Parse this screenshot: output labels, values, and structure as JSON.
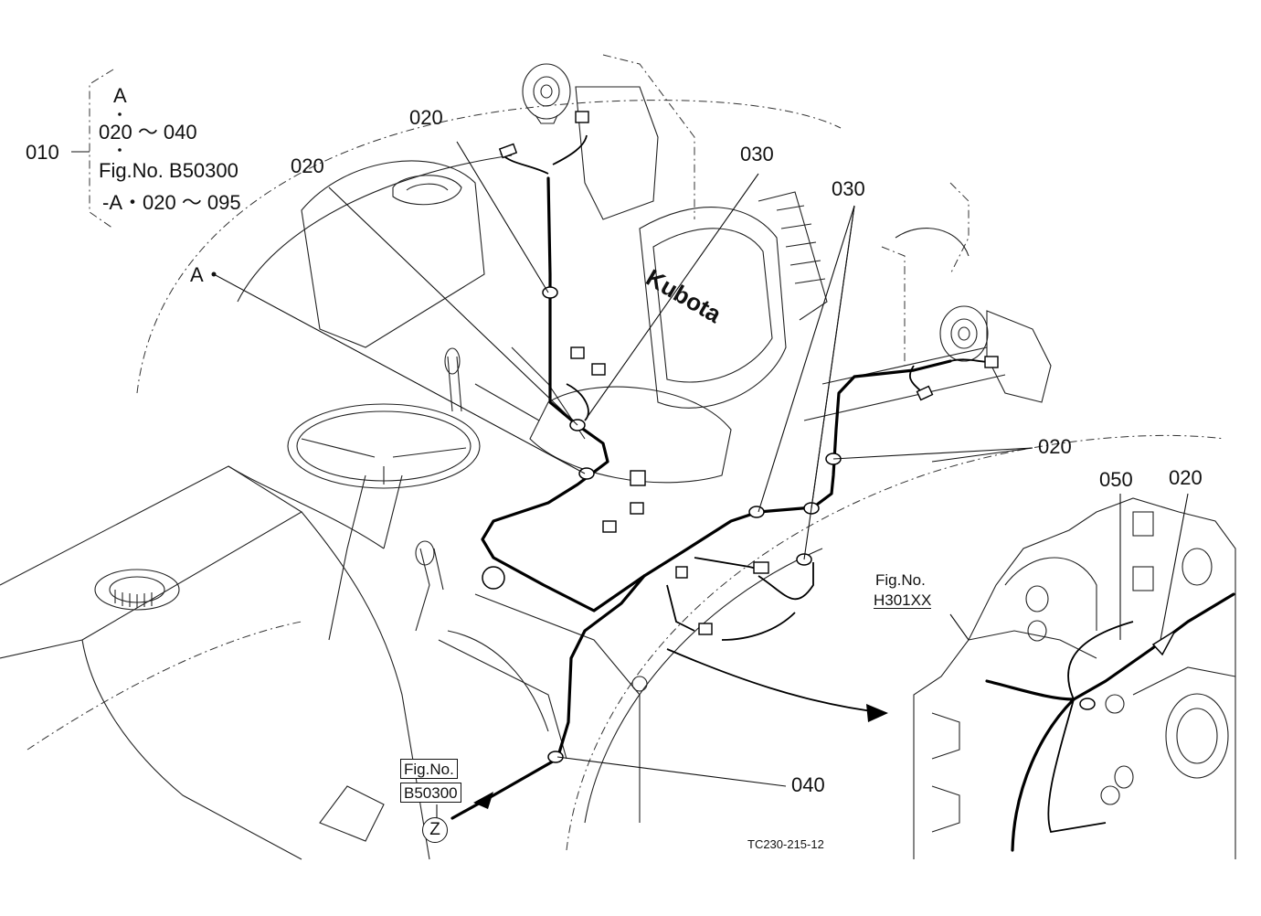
{
  "bracket_callout": {
    "index_label": "010",
    "line_a": "A",
    "line_range": "020 ～ 040",
    "line_figref": "Fig.No. B50300",
    "line_figrange": "-A・020 ～ 095"
  },
  "callouts": {
    "ref_a": "A",
    "c020_upper": "020",
    "c020_left": "020",
    "c030_center": "030",
    "c030_right": "030",
    "c020_right": "020",
    "c050_inset": "050",
    "c020_inset": "020",
    "c040_bottom": "040"
  },
  "figure_refs": {
    "h301": {
      "line1": "Fig.No.",
      "line2": "H301XX"
    },
    "b503": {
      "line1": "Fig.No.",
      "line2": "B50300"
    },
    "view_marker": "Z"
  },
  "seat_brand": "Kubota",
  "drawing_id": "TC230-215-12"
}
